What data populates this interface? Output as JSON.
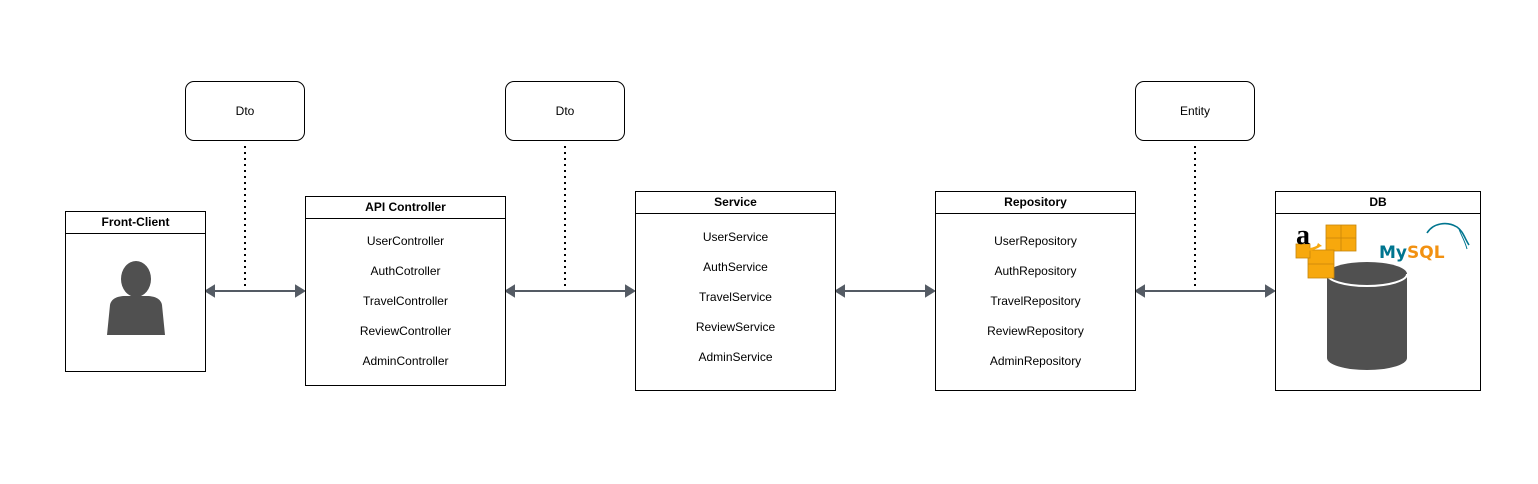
{
  "notes": [
    "Dto",
    "Dto",
    "Entity"
  ],
  "front_client": {
    "title": "Front-Client",
    "icon": "user-icon"
  },
  "api_controller": {
    "title": "API Controller",
    "items": [
      "UserController",
      "AuthCotroller",
      "TravelController",
      "ReviewController",
      "AdminController"
    ]
  },
  "service": {
    "title": "Service",
    "items": [
      "UserService",
      "AuthService",
      "TravelService",
      "ReviewService",
      "AdminService"
    ]
  },
  "repository": {
    "title": "Repository",
    "items": [
      "UserRepository",
      "AuthRepository",
      "TravelRepository",
      "ReviewRepository",
      "AdminRepository"
    ]
  },
  "db": {
    "title": "DB",
    "icons": [
      "amazon-aws-icon",
      "mysql-logo",
      "database-icon"
    ],
    "logo_text": {
      "amazon": "a",
      "mysql": "MySQL"
    }
  },
  "colors": {
    "arrow": "#545B64",
    "icon_fill": "#505050",
    "aws_orange": "#F7A80D",
    "mysql_blue": "#00758F"
  }
}
